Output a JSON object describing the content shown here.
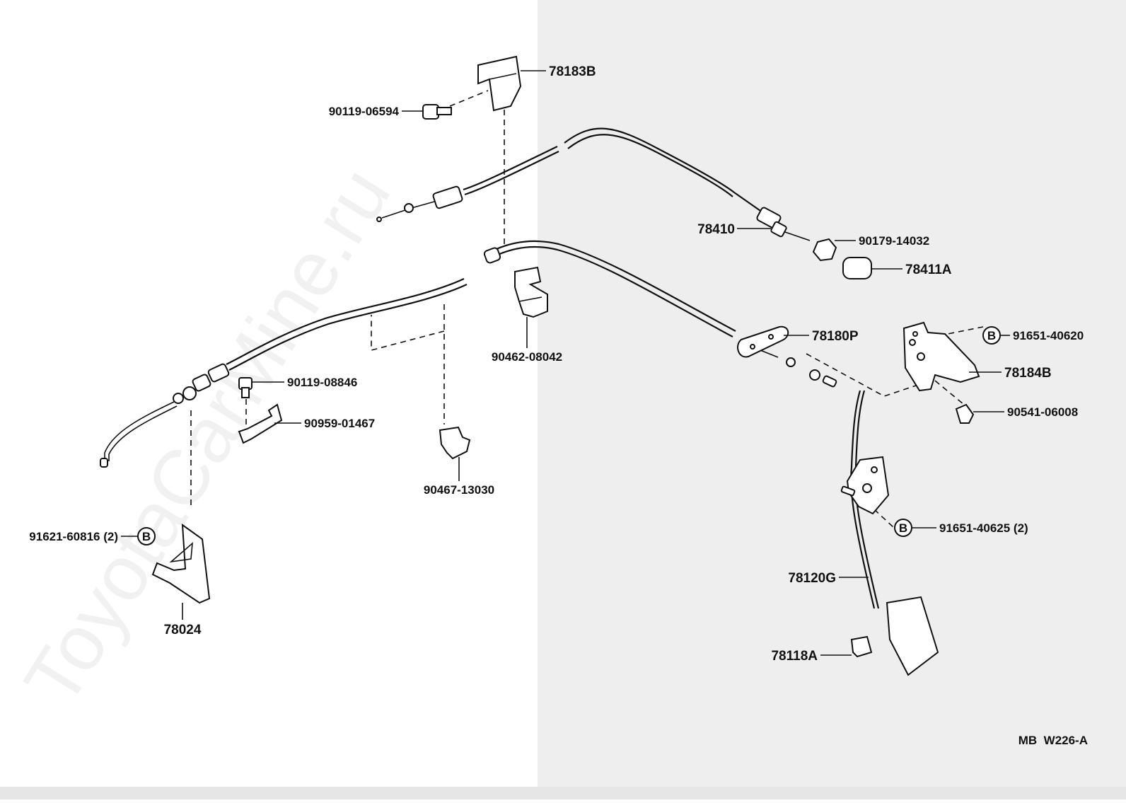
{
  "diagram": {
    "code": "MB  W226-A",
    "watermark": "ToyotaCarMine.ru",
    "circle_marker": "B",
    "colors": {
      "line": "#111111",
      "left_bg": "#ffffff",
      "right_bg": "#eeeeee",
      "bottom_strip": "#e6e6e6"
    },
    "parts": [
      {
        "id": "p1",
        "label": "78183B"
      },
      {
        "id": "p2",
        "label": "90119-06594"
      },
      {
        "id": "p3",
        "label": "78410"
      },
      {
        "id": "p4",
        "label": "90179-14032"
      },
      {
        "id": "p5",
        "label": "78411A"
      },
      {
        "id": "p6",
        "label": "78180P"
      },
      {
        "id": "p7",
        "label": "91651-40620"
      },
      {
        "id": "p8",
        "label": "78184B"
      },
      {
        "id": "p9",
        "label": "90541-06008"
      },
      {
        "id": "p10",
        "label": "90462-08042"
      },
      {
        "id": "p11",
        "label": "90119-08846"
      },
      {
        "id": "p12",
        "label": "90959-01467"
      },
      {
        "id": "p13",
        "label": "90467-13030"
      },
      {
        "id": "p14",
        "label": "91621-60816 (2)"
      },
      {
        "id": "p15",
        "label": "78024"
      },
      {
        "id": "p16",
        "label": "91651-40625 (2)"
      },
      {
        "id": "p17",
        "label": "78120G"
      },
      {
        "id": "p18",
        "label": "78118A"
      }
    ]
  }
}
